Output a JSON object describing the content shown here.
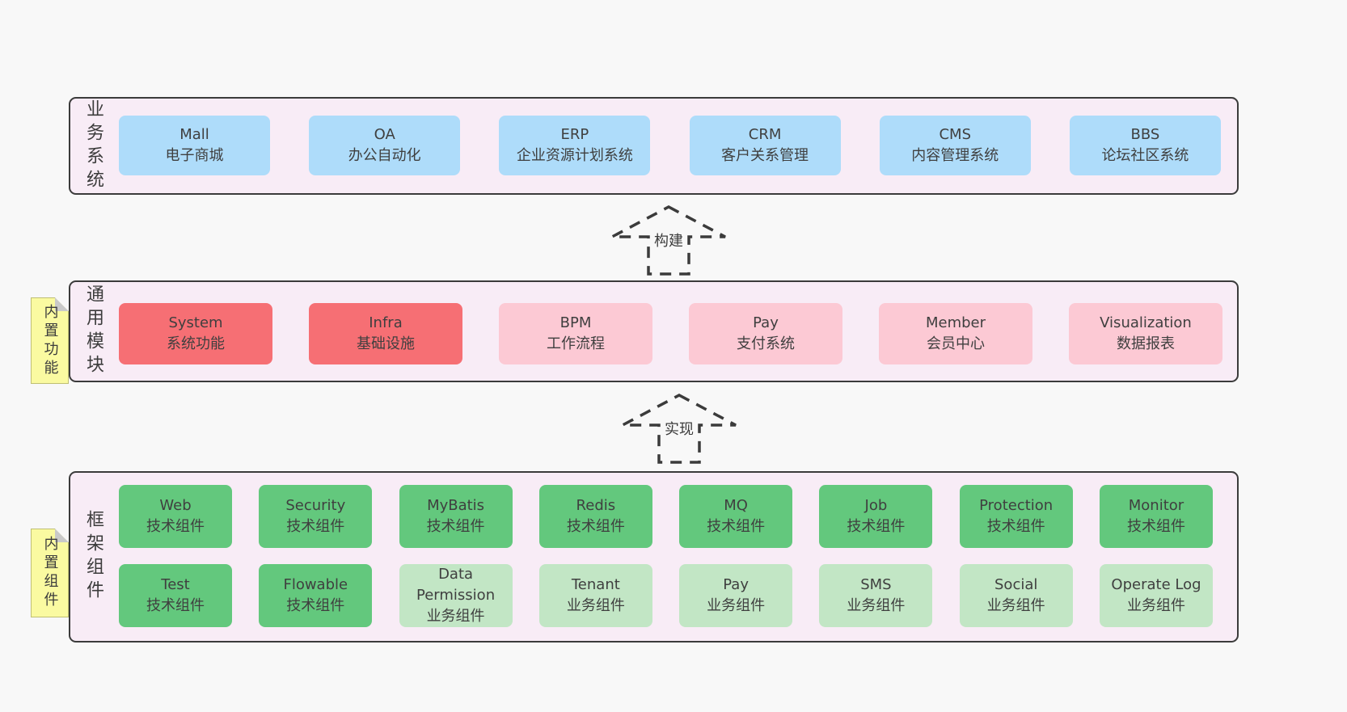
{
  "colors": {
    "page_bg": "#f8f8f8",
    "panel_bg": "#f8ecf6",
    "outline": "#3b3b3b",
    "text": "#3f3f3f",
    "blue": "#aedcfa",
    "red": "#f66f74",
    "pink": "#fcc9d4",
    "green": "#63c87d",
    "lightgreen": "#c2e6c5",
    "sticky_yellow": "#fafaa1"
  },
  "arrows": [
    {
      "label": "构建"
    },
    {
      "label": "实现"
    }
  ],
  "layers": [
    {
      "label": "业务系统",
      "sticky": null,
      "rows": [
        [
          {
            "name": "Mall",
            "sub": "电子商城",
            "variant": "blue"
          },
          {
            "name": "OA",
            "sub": "办公自动化",
            "variant": "blue"
          },
          {
            "name": "ERP",
            "sub": "企业资源计划系统",
            "variant": "blue"
          },
          {
            "name": "CRM",
            "sub": "客户关系管理",
            "variant": "blue"
          },
          {
            "name": "CMS",
            "sub": "内容管理系统",
            "variant": "blue"
          },
          {
            "name": "BBS",
            "sub": "论坛社区系统",
            "variant": "blue"
          }
        ]
      ]
    },
    {
      "label": "通用模块",
      "sticky": "内置功能",
      "rows": [
        [
          {
            "name": "System",
            "sub": "系统功能",
            "variant": "red"
          },
          {
            "name": "Infra",
            "sub": "基础设施",
            "variant": "red"
          },
          {
            "name": "BPM",
            "sub": "工作流程",
            "variant": "pink"
          },
          {
            "name": "Pay",
            "sub": "支付系统",
            "variant": "pink"
          },
          {
            "name": "Member",
            "sub": "会员中心",
            "variant": "pink"
          },
          {
            "name": "Visualization",
            "sub": "数据报表",
            "variant": "pink"
          }
        ]
      ]
    },
    {
      "label": "框架组件",
      "sticky": "内置组件",
      "rows": [
        [
          {
            "name": "Web",
            "sub": "技术组件",
            "variant": "green"
          },
          {
            "name": "Security",
            "sub": "技术组件",
            "variant": "green"
          },
          {
            "name": "MyBatis",
            "sub": "技术组件",
            "variant": "green"
          },
          {
            "name": "Redis",
            "sub": "技术组件",
            "variant": "green"
          },
          {
            "name": "MQ",
            "sub": "技术组件",
            "variant": "green"
          },
          {
            "name": "Job",
            "sub": "技术组件",
            "variant": "green"
          },
          {
            "name": "Protection",
            "sub": "技术组件",
            "variant": "green"
          },
          {
            "name": "Monitor",
            "sub": "技术组件",
            "variant": "green"
          }
        ],
        [
          {
            "name": "Test",
            "sub": "技术组件",
            "variant": "green"
          },
          {
            "name": "Flowable",
            "sub": "技术组件",
            "variant": "green"
          },
          {
            "name": "Data Permission",
            "sub": "业务组件",
            "variant": "lightgreen"
          },
          {
            "name": "Tenant",
            "sub": "业务组件",
            "variant": "lightgreen"
          },
          {
            "name": "Pay",
            "sub": "业务组件",
            "variant": "lightgreen"
          },
          {
            "name": "SMS",
            "sub": "业务组件",
            "variant": "lightgreen"
          },
          {
            "name": "Social",
            "sub": "业务组件",
            "variant": "lightgreen"
          },
          {
            "name": "Operate Log",
            "sub": "业务组件",
            "variant": "lightgreen"
          }
        ]
      ]
    }
  ]
}
